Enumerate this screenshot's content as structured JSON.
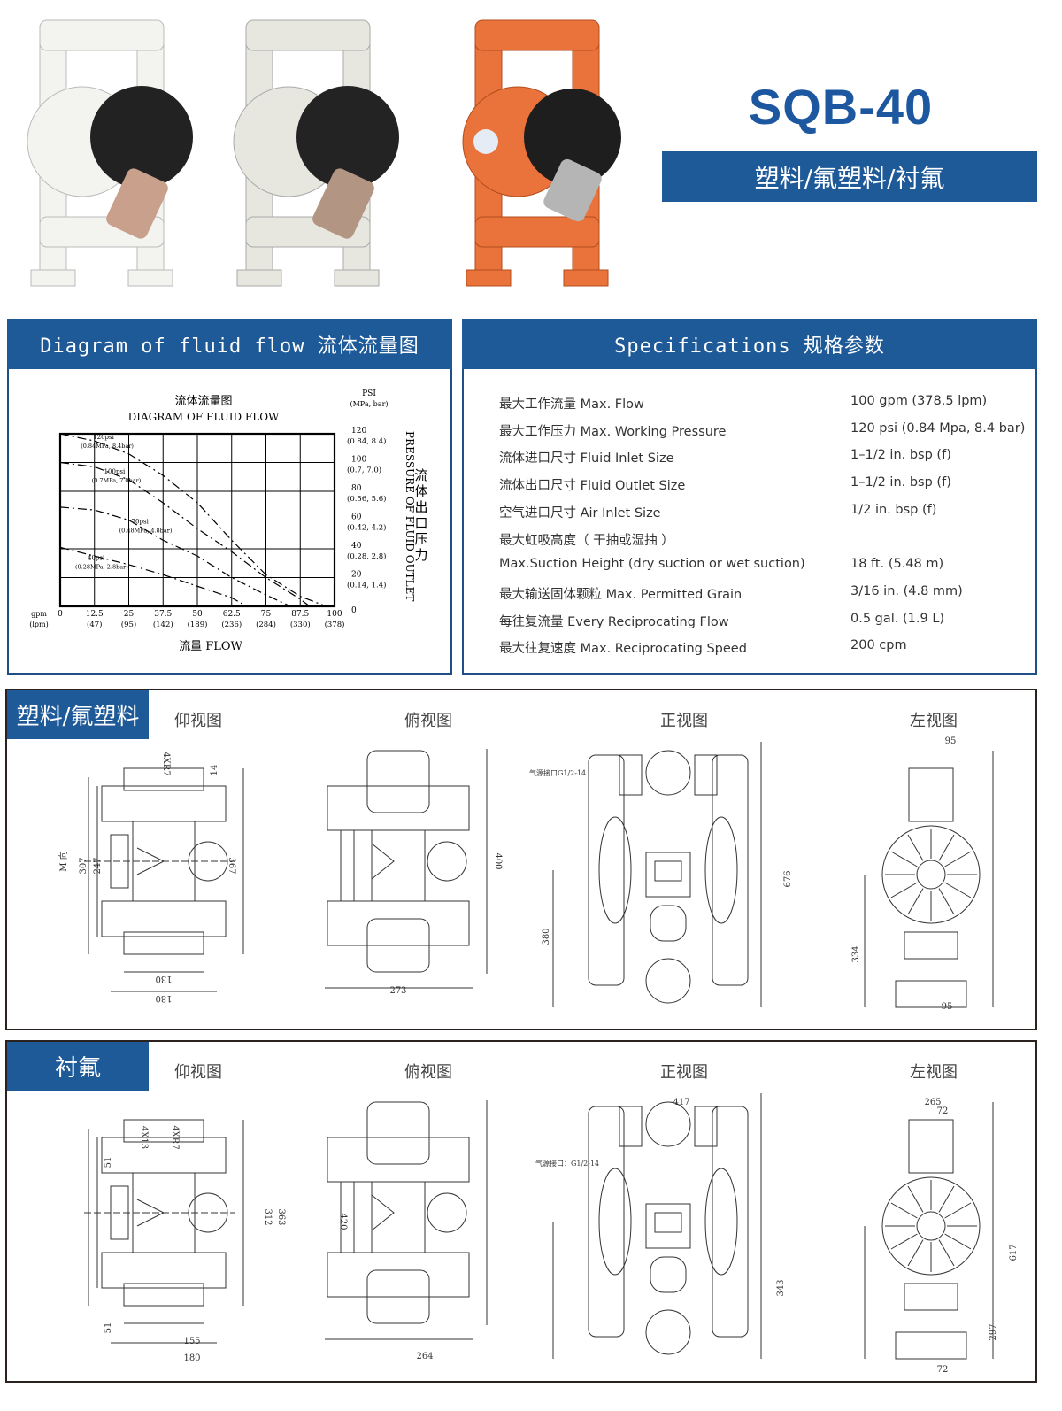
{
  "header": {
    "model": "SQB-40",
    "materials": "塑料/氟塑料/衬氟"
  },
  "photos": [
    {
      "name": "white-plastic-pump",
      "color": "#f2f2ee"
    },
    {
      "name": "grey-plastic-pump",
      "color": "#e6e6df"
    },
    {
      "name": "orange-pump",
      "color": "#e9733a"
    }
  ],
  "flow_panel": {
    "title": "Diagram of fluid flow 流体流量图"
  },
  "spec_panel": {
    "title": "Specifications 规格参数",
    "rows": [
      {
        "label": "最大工作流量  Max. Flow",
        "value": "100 gpm (378.5 lpm)"
      },
      {
        "label": "最大工作压力  Max. Working Pressure",
        "value": "120 psi (0.84 Mpa, 8.4 bar)"
      },
      {
        "label": "流体进口尺寸  Fluid Inlet Size",
        "value": "1–1/2  in. bsp (f)"
      },
      {
        "label": "流体出口尺寸  Fluid Outlet Size",
        "value": "1–1/2  in. bsp (f)"
      },
      {
        "label": "空气进口尺寸  Air Inlet Size",
        "value": "1/2 in. bsp (f)"
      },
      {
        "label": "最大虹吸高度（ 干抽或湿抽 ）",
        "value": ""
      },
      {
        "label": "Max.Suction Height  (dry suction or wet suction)",
        "value": "18 ft. (5.48 m)"
      },
      {
        "label": "最大输送固体颗粒  Max. Permitted Grain",
        "value": "3/16 in. (4.8 mm)"
      },
      {
        "label": "每往复流量  Every Reciprocating Flow",
        "value": "0.5 gal. (1.9 L)"
      },
      {
        "label": "最大往复速度  Max. Reciprocating Speed",
        "value": "200 cpm"
      }
    ]
  },
  "chart_data": {
    "type": "line",
    "title": "流体流量图",
    "subtitle": "DIAGRAM OF FLUID FLOW",
    "xlabel": "流量  FLOW",
    "x_unit": [
      "gpm",
      "(lpm)"
    ],
    "y_unit": [
      "PSI",
      "(MPa, bar)"
    ],
    "ylabel": "PRESSURE OF FLUID OUTLET",
    "ylabel_cn": "流体出口压力",
    "xlim": [
      0,
      100
    ],
    "ylim": [
      0,
      120
    ],
    "grid": true,
    "x_ticks": [
      {
        "v": 0,
        "l": "0",
        "s": ""
      },
      {
        "v": 12.5,
        "l": "12.5",
        "s": "(47)"
      },
      {
        "v": 25,
        "l": "25",
        "s": "(95)"
      },
      {
        "v": 37.5,
        "l": "37.5",
        "s": "(142)"
      },
      {
        "v": 50,
        "l": "50",
        "s": "(189)"
      },
      {
        "v": 62.5,
        "l": "62.5",
        "s": "(236)"
      },
      {
        "v": 75,
        "l": "75",
        "s": "(284)"
      },
      {
        "v": 87.5,
        "l": "87.5",
        "s": "(330)"
      },
      {
        "v": 100,
        "l": "100",
        "s": "(378)"
      }
    ],
    "y_ticks": [
      {
        "v": 120,
        "l": "120",
        "s": "(0.84, 8.4)"
      },
      {
        "v": 100,
        "l": "100",
        "s": "(0.7, 7.0)"
      },
      {
        "v": 80,
        "l": "80",
        "s": "(0.56, 5.6)"
      },
      {
        "v": 60,
        "l": "60",
        "s": "(0.42, 4.2)"
      },
      {
        "v": 40,
        "l": "40",
        "s": "(0.28, 2.8)"
      },
      {
        "v": 20,
        "l": "20",
        "s": "(0.14, 1.4)"
      },
      {
        "v": 0,
        "l": "0",
        "s": ""
      }
    ],
    "series": [
      {
        "name": "120psi",
        "sub": "(0.84MPa, 8.4bar)",
        "lx": 12,
        "ly": 114,
        "points": [
          [
            0,
            120
          ],
          [
            12.5,
            115
          ],
          [
            25,
            106
          ],
          [
            37.5,
            91
          ],
          [
            50,
            72
          ],
          [
            62.5,
            46
          ],
          [
            75,
            22
          ],
          [
            87.5,
            7
          ],
          [
            97,
            0
          ]
        ]
      },
      {
        "name": "100psi",
        "sub": "(0.7MPa, 7.0bar)",
        "lx": 16,
        "ly": 90,
        "points": [
          [
            0,
            100
          ],
          [
            12.5,
            97
          ],
          [
            25,
            88
          ],
          [
            37.5,
            72
          ],
          [
            50,
            54
          ],
          [
            62.5,
            38
          ],
          [
            75,
            20
          ],
          [
            87.5,
            5
          ],
          [
            91,
            0
          ]
        ]
      },
      {
        "name": "70psi",
        "sub": "(0.48MPa, 4.8bar)",
        "lx": 26,
        "ly": 55,
        "points": [
          [
            0,
            69
          ],
          [
            12.5,
            67
          ],
          [
            25,
            60
          ],
          [
            37.5,
            46
          ],
          [
            50,
            35
          ],
          [
            62.5,
            20
          ],
          [
            75,
            8
          ],
          [
            84,
            0
          ]
        ]
      },
      {
        "name": "40psi",
        "sub": "(0.28MPa, 2.8bar)",
        "lx": 10,
        "ly": 30,
        "points": [
          [
            0,
            41
          ],
          [
            12.5,
            35
          ],
          [
            25,
            29
          ],
          [
            37.5,
            22
          ],
          [
            50,
            14
          ],
          [
            62.5,
            6
          ],
          [
            68,
            0
          ]
        ]
      }
    ]
  },
  "sections": [
    {
      "tag": "塑料/氟塑料",
      "views": {
        "bottom": {
          "label": "仰视图",
          "dims": [
            "4XR7",
            "14",
            "M 向",
            "307",
            "247",
            "367",
            "130",
            "180"
          ]
        },
        "top": {
          "label": "俯视图",
          "dims": [
            "400",
            "273"
          ]
        },
        "front": {
          "label": "正视图",
          "dims": [
            "气源接口G1/2-14",
            "676",
            "380"
          ]
        },
        "left": {
          "label": "左视图",
          "dims": [
            "95",
            "334",
            "95"
          ]
        }
      }
    },
    {
      "tag": "衬氟",
      "views": {
        "bottom": {
          "label": "仰视图",
          "dims": [
            "4XR7",
            "4X13",
            "51",
            "51",
            "312",
            "363",
            "155",
            "180"
          ]
        },
        "top": {
          "label": "俯视图",
          "dims": [
            "420",
            "264"
          ]
        },
        "front": {
          "label": "正视图",
          "dims": [
            "417",
            "气源接口：G1/2-14",
            "343"
          ]
        },
        "left": {
          "label": "左视图",
          "dims": [
            "265",
            "72",
            "617",
            "297",
            "72"
          ]
        }
      }
    }
  ]
}
